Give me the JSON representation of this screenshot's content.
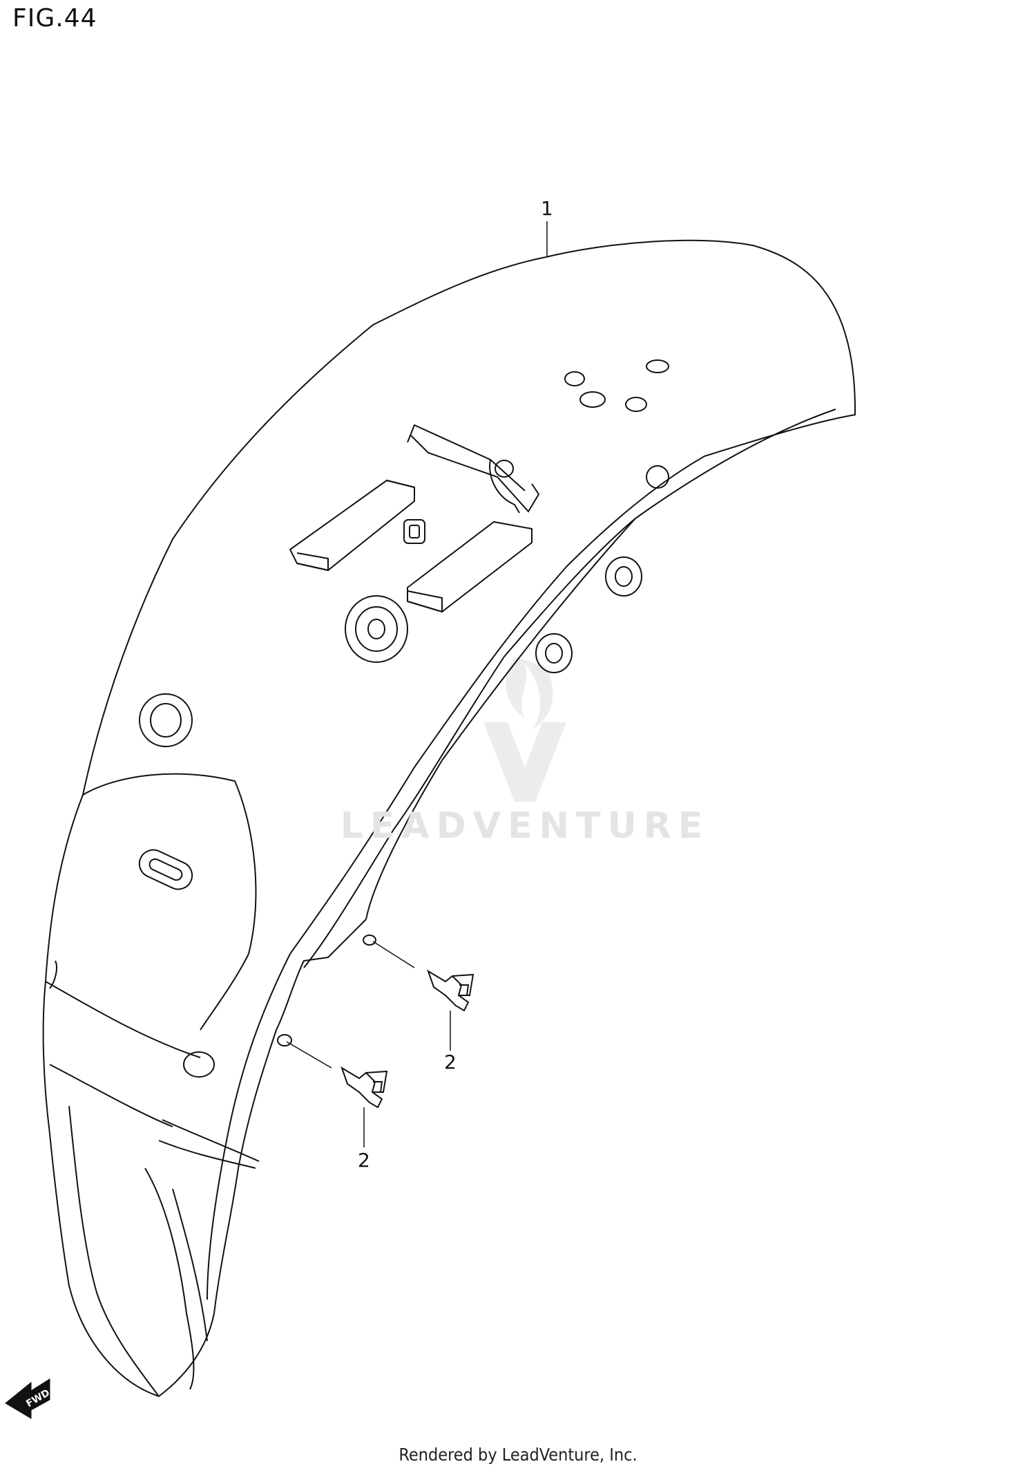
{
  "figure": {
    "title": "FIG.44"
  },
  "callouts": [
    {
      "label": "1"
    },
    {
      "label": "2"
    },
    {
      "label": "2"
    }
  ],
  "fwd_indicator": {
    "label": "FWD"
  },
  "watermark": {
    "text": "LEADVENTURE"
  },
  "footer": {
    "text": "Rendered by LeadVenture, Inc."
  },
  "colors": {
    "line": "#111111",
    "background": "#ffffff",
    "watermark": "#e4e4e4"
  }
}
